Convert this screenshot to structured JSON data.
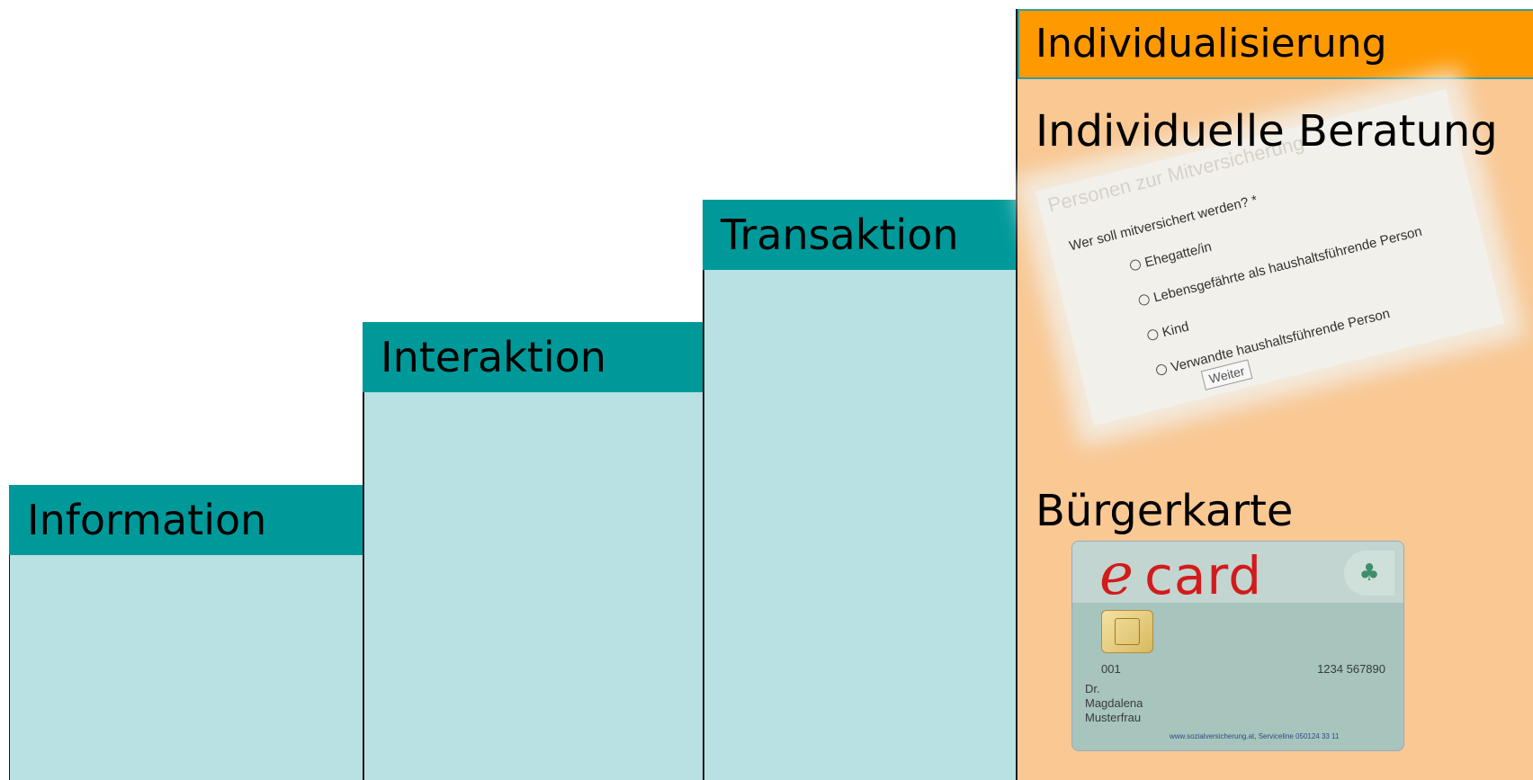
{
  "steps": [
    {
      "label": "Information"
    },
    {
      "label": "Interaktion"
    },
    {
      "label": "Transaktion"
    },
    {
      "label": "Individualisierung"
    }
  ],
  "individualisierung": {
    "subtitle1": "Individuelle Beratung",
    "subtitle2": "Bürgerkarte"
  },
  "form": {
    "title": "Personen zur Mitversicherung",
    "question": "Wer soll mitversichert werden?  *",
    "options": [
      "Ehegatte/in",
      "Lebensgefährte als haushaltsführende Person",
      "Kind",
      "Verwandte haushaltsführende Person"
    ],
    "button": "Weiter"
  },
  "ecard": {
    "logo_e": "e",
    "logo_card": "card",
    "card_no_left": "001",
    "card_no_right": "1234 567890",
    "name_line1": "Dr.",
    "name_line2": "Magdalena",
    "name_line3": "Musterfrau",
    "footer": "www.sozialversicherung.at, Serviceline 050124 33 11"
  },
  "colors": {
    "teal": "#00999a",
    "light_teal": "#b9e0e3",
    "orange": "#ff9900",
    "peach": "#f9c893"
  }
}
